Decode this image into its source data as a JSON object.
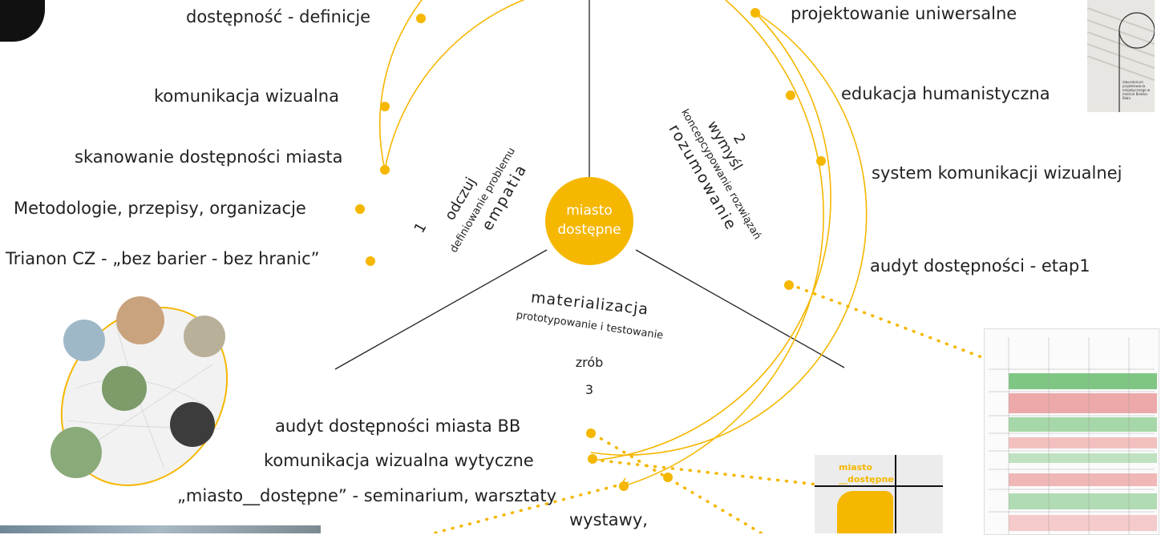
{
  "colors": {
    "accent": "#f5b700",
    "line": "#222222",
    "text": "#222222"
  },
  "center": {
    "line1": "miasto",
    "line2": "dostępne"
  },
  "phases": [
    {
      "number": "1",
      "verb": "odczuj",
      "subtitle": "definiowanie problemu",
      "keyword": "empatia"
    },
    {
      "number": "2",
      "verb": "wymyśl",
      "subtitle": "koncepcypowanie rozwiązań",
      "keyword": "rozumowanie"
    },
    {
      "number": "3",
      "verb": "zrób",
      "subtitle": "prototypowanie i testowanie",
      "keyword": "materializacja"
    }
  ],
  "left_items": [
    "dostępność - definicje",
    "komunikacja wizualna",
    "skanowanie dostępności miasta",
    "Metodologie, przepisy, organizacje",
    "Trianon CZ - „bez barier - bez hranic”"
  ],
  "right_items": [
    "projektowanie uniwersalne",
    "edukacja humanistyczna",
    "system komunikacji wizualnej",
    "audyt dostępności - etap1"
  ],
  "bottom_items": [
    "audyt dostępności miasta BB",
    "komunikacja wizualna wytyczne",
    "„miasto__dostępne” - seminarium, warsztaty",
    "wystawy,"
  ],
  "thumbs": {
    "poster_logo": "miasto __dostępne",
    "book_text": "laboratorium projektowania empatycznego w mieście Bielsko-Biała"
  }
}
